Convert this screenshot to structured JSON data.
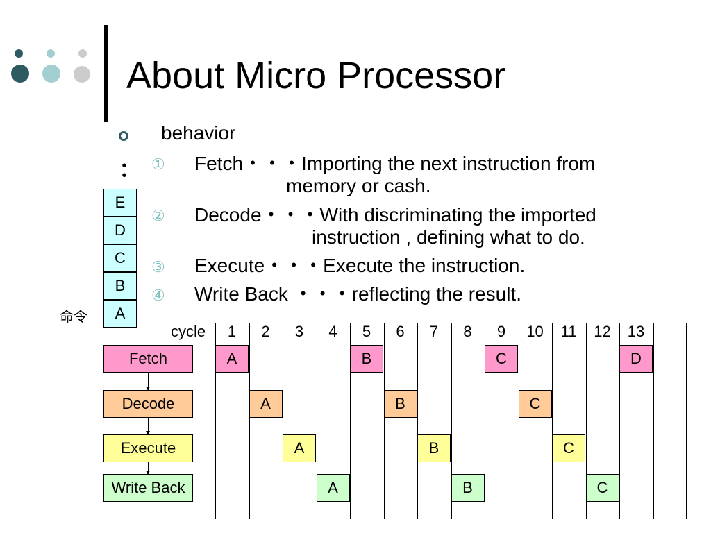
{
  "colors": {
    "dot_dark": "#2e5b61",
    "dot_mid": "#a3cfd3",
    "dot_light": "#cccccc",
    "fetch": "#ff99cc",
    "decode": "#ffcc99",
    "execute": "#ffff99",
    "writeback": "#ccffcc",
    "queue": "#ccffff"
  },
  "title": "About Micro Processor",
  "heading": "behavior",
  "steps": [
    {
      "num": "①",
      "lines": [
        "Fetch・・・Importing the next instruction from",
        "memory or cash."
      ]
    },
    {
      "num": "②",
      "lines": [
        "Decode・・・With discriminating the imported",
        "instruction , defining what to do."
      ]
    },
    {
      "num": "③",
      "lines": [
        "Execute・・・Execute the instruction."
      ]
    },
    {
      "num": "④",
      "lines": [
        "Write Back ・・・reflecting the result."
      ]
    }
  ],
  "queue": {
    "dots": "・\n・",
    "items": [
      "E",
      "D",
      "C",
      "B",
      "A"
    ],
    "label": "命令"
  },
  "pipeline": {
    "cycle_label": "cycle",
    "cycles": [
      "1",
      "2",
      "3",
      "4",
      "5",
      "6",
      "7",
      "8",
      "9",
      "10",
      "11",
      "12",
      "13"
    ],
    "stages": [
      {
        "name": "Fetch",
        "color": "#ff99cc",
        "cells": [
          {
            "cycle": 1,
            "label": "A"
          },
          {
            "cycle": 5,
            "label": "B"
          },
          {
            "cycle": 9,
            "label": "C"
          },
          {
            "cycle": 13,
            "label": "D"
          }
        ]
      },
      {
        "name": "Decode",
        "color": "#ffcc99",
        "cells": [
          {
            "cycle": 2,
            "label": "A"
          },
          {
            "cycle": 6,
            "label": "B"
          },
          {
            "cycle": 10,
            "label": "C"
          }
        ]
      },
      {
        "name": "Execute",
        "color": "#ffff99",
        "cells": [
          {
            "cycle": 3,
            "label": "A"
          },
          {
            "cycle": 7,
            "label": "B"
          },
          {
            "cycle": 11,
            "label": "C"
          }
        ]
      },
      {
        "name": "Write Back",
        "color": "#ccffcc",
        "cells": [
          {
            "cycle": 4,
            "label": "A"
          },
          {
            "cycle": 8,
            "label": "B"
          },
          {
            "cycle": 12,
            "label": "C"
          }
        ]
      }
    ]
  }
}
